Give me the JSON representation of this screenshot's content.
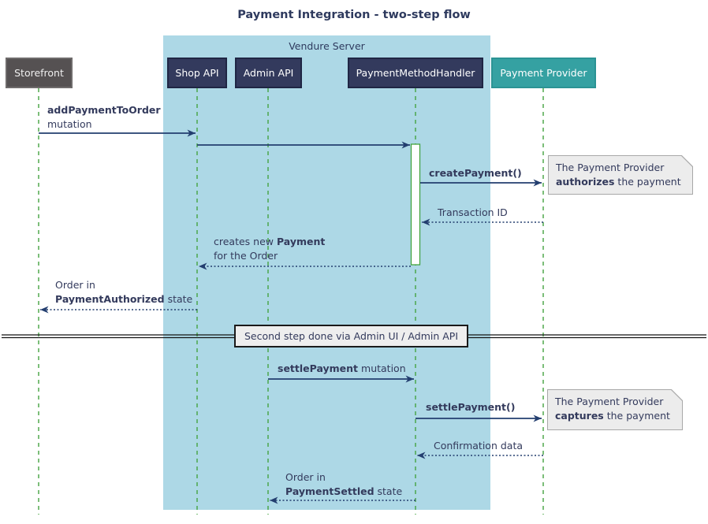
{
  "title": "Payment Integration - two-step flow",
  "container": {
    "label": "Vendure Server"
  },
  "participants": [
    {
      "label": "Storefront"
    },
    {
      "label": "Shop API"
    },
    {
      "label": "Admin API"
    },
    {
      "label": "PaymentMethodHandler"
    },
    {
      "label": "Payment Provider"
    }
  ],
  "messages": {
    "add_payment": {
      "bold": "addPaymentToOrder",
      "line2": "mutation"
    },
    "create_payment": {
      "label": "createPayment()"
    },
    "transaction_id": {
      "label": "Transaction ID"
    },
    "creates_payment": {
      "pre": "creates new ",
      "bold": "Payment",
      "line2": "for the Order"
    },
    "order_authorized": {
      "line1": "Order in",
      "bold": "PaymentAuthorized",
      "post": " state"
    },
    "settle_mutation": {
      "bold": "settlePayment",
      "post": " mutation"
    },
    "settle_call": {
      "label": "settlePayment()"
    },
    "confirmation": {
      "label": "Confirmation data"
    },
    "order_settled": {
      "line1": "Order in",
      "bold": "PaymentSettled",
      "post": " state"
    }
  },
  "divider": {
    "label": "Second step done via Admin UI / Admin API"
  },
  "notes": {
    "authorize": {
      "line1": "The Payment Provider",
      "bold": "authorizes",
      "post": " the payment"
    },
    "capture": {
      "line1": "The Payment Provider",
      "bold": "captures",
      "post": " the payment"
    }
  },
  "colors": {
    "container_bg": "#ADD8E6",
    "lifeline_green": "#44A340",
    "arrow_navy": "#233E6F",
    "text_navy": "#333A5C",
    "participant_navy": "#333A5D",
    "participant_gray": "#555152",
    "participant_teal": "#35A1A2",
    "note_bg": "#ECECEC",
    "divider_bg": "#EEEEEE"
  }
}
